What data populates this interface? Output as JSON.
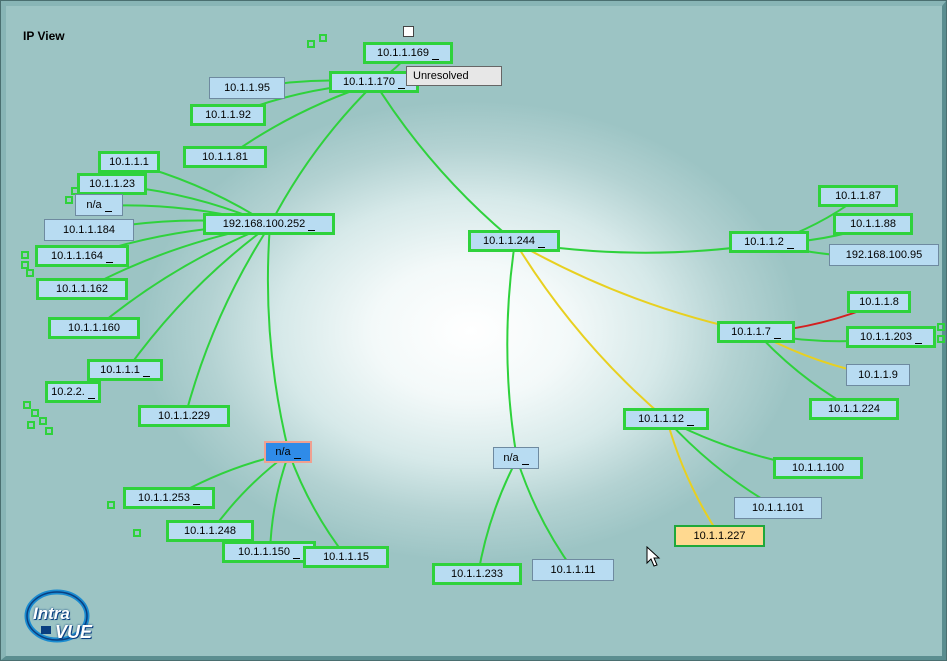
{
  "title": "IP View",
  "tooltip": "Unresolved",
  "colors": {
    "link_ok": "#2fd23c",
    "link_warn": "#e8d020",
    "link_alarm": "#d32020",
    "node_bg": "#b8dcf2",
    "node_selected": "#2f8be8",
    "node_warning": "#ffd990"
  },
  "logo": {
    "word1": "Intra",
    "word2": "VUE"
  },
  "nodes": [
    {
      "id": "n169",
      "label": "10.1.1.169",
      "m": true
    },
    {
      "id": "n170",
      "label": "10.1.1.170",
      "m": true
    },
    {
      "id": "n95",
      "label": "10.1.1.95"
    },
    {
      "id": "n92",
      "label": "10.1.1.92"
    },
    {
      "id": "n81",
      "label": "10.1.1.81"
    },
    {
      "id": "n1a",
      "label": "10.1.1.1"
    },
    {
      "id": "n23",
      "label": "10.1.1.23"
    },
    {
      "id": "na1",
      "label": "n/a",
      "m": true
    },
    {
      "id": "n252",
      "label": "192.168.100.252",
      "m": true
    },
    {
      "id": "n184",
      "label": "10.1.1.184"
    },
    {
      "id": "n164",
      "label": "10.1.1.164",
      "m": true
    },
    {
      "id": "n162",
      "label": "10.1.1.162"
    },
    {
      "id": "n160",
      "label": "10.1.1.160"
    },
    {
      "id": "n1b",
      "label": "10.1.1.1",
      "m": true
    },
    {
      "id": "n22",
      "label": "10.2.2.",
      "m": true
    },
    {
      "id": "n229",
      "label": "10.1.1.229"
    },
    {
      "id": "na2",
      "label": "n/a",
      "m": true
    },
    {
      "id": "n253",
      "label": "10.1.1.253",
      "m": true
    },
    {
      "id": "n248",
      "label": "10.1.1.248"
    },
    {
      "id": "n150",
      "label": "10.1.1.150",
      "m": true
    },
    {
      "id": "n15",
      "label": "10.1.1.15"
    },
    {
      "id": "n244",
      "label": "10.1.1.244",
      "m": true
    },
    {
      "id": "na3",
      "label": "n/a",
      "m": true
    },
    {
      "id": "n233",
      "label": "10.1.1.233"
    },
    {
      "id": "n11",
      "label": "10.1.1.11"
    },
    {
      "id": "n12",
      "label": "10.1.1.12",
      "m": true
    },
    {
      "id": "n100",
      "label": "10.1.1.100"
    },
    {
      "id": "n101",
      "label": "10.1.1.101"
    },
    {
      "id": "n227",
      "label": "10.1.1.227"
    },
    {
      "id": "n2",
      "label": "10.1.1.2",
      "m": true
    },
    {
      "id": "n87",
      "label": "10.1.1.87"
    },
    {
      "id": "n88",
      "label": "10.1.1.88"
    },
    {
      "id": "n19295",
      "label": "192.168.100.95"
    },
    {
      "id": "n7",
      "label": "10.1.1.7",
      "m": true
    },
    {
      "id": "n8",
      "label": "10.1.1.8"
    },
    {
      "id": "n203",
      "label": "10.1.1.203",
      "m": true
    },
    {
      "id": "n9",
      "label": "10.1.1.9"
    },
    {
      "id": "n224",
      "label": "10.1.1.224"
    }
  ],
  "links": [
    [
      "n170",
      "n169",
      "ok"
    ],
    [
      "n170",
      "n95",
      "ok"
    ],
    [
      "n170",
      "n92",
      "ok"
    ],
    [
      "n170",
      "n81",
      "ok"
    ],
    [
      "n170",
      "n252",
      "ok"
    ],
    [
      "n170",
      "n244",
      "ok"
    ],
    [
      "n252",
      "n1a",
      "ok"
    ],
    [
      "n252",
      "n23",
      "ok"
    ],
    [
      "n252",
      "na1",
      "ok"
    ],
    [
      "n252",
      "n184",
      "ok"
    ],
    [
      "n252",
      "n164",
      "ok"
    ],
    [
      "n252",
      "n162",
      "ok"
    ],
    [
      "n252",
      "n160",
      "ok"
    ],
    [
      "n252",
      "n1b",
      "ok"
    ],
    [
      "n252",
      "n229",
      "ok"
    ],
    [
      "n252",
      "na2",
      "ok"
    ],
    [
      "na2",
      "n253",
      "ok"
    ],
    [
      "na2",
      "n248",
      "ok"
    ],
    [
      "na2",
      "n150",
      "ok"
    ],
    [
      "na2",
      "n15",
      "ok"
    ],
    [
      "n244",
      "na3",
      "ok"
    ],
    [
      "na3",
      "n233",
      "ok"
    ],
    [
      "na3",
      "n11",
      "ok"
    ],
    [
      "n244",
      "n12",
      "warn"
    ],
    [
      "n12",
      "n100",
      "ok"
    ],
    [
      "n12",
      "n101",
      "ok"
    ],
    [
      "n12",
      "n227",
      "warn"
    ],
    [
      "n244",
      "n2",
      "ok"
    ],
    [
      "n2",
      "n87",
      "ok"
    ],
    [
      "n2",
      "n88",
      "ok"
    ],
    [
      "n2",
      "n19295",
      "ok"
    ],
    [
      "n244",
      "n7",
      "warn"
    ],
    [
      "n7",
      "n8",
      "alarm"
    ],
    [
      "n7",
      "n203",
      "ok"
    ],
    [
      "n7",
      "n9",
      "warn"
    ],
    [
      "n7",
      "n224",
      "ok"
    ],
    [
      "n1b",
      "n22",
      "ok"
    ]
  ]
}
